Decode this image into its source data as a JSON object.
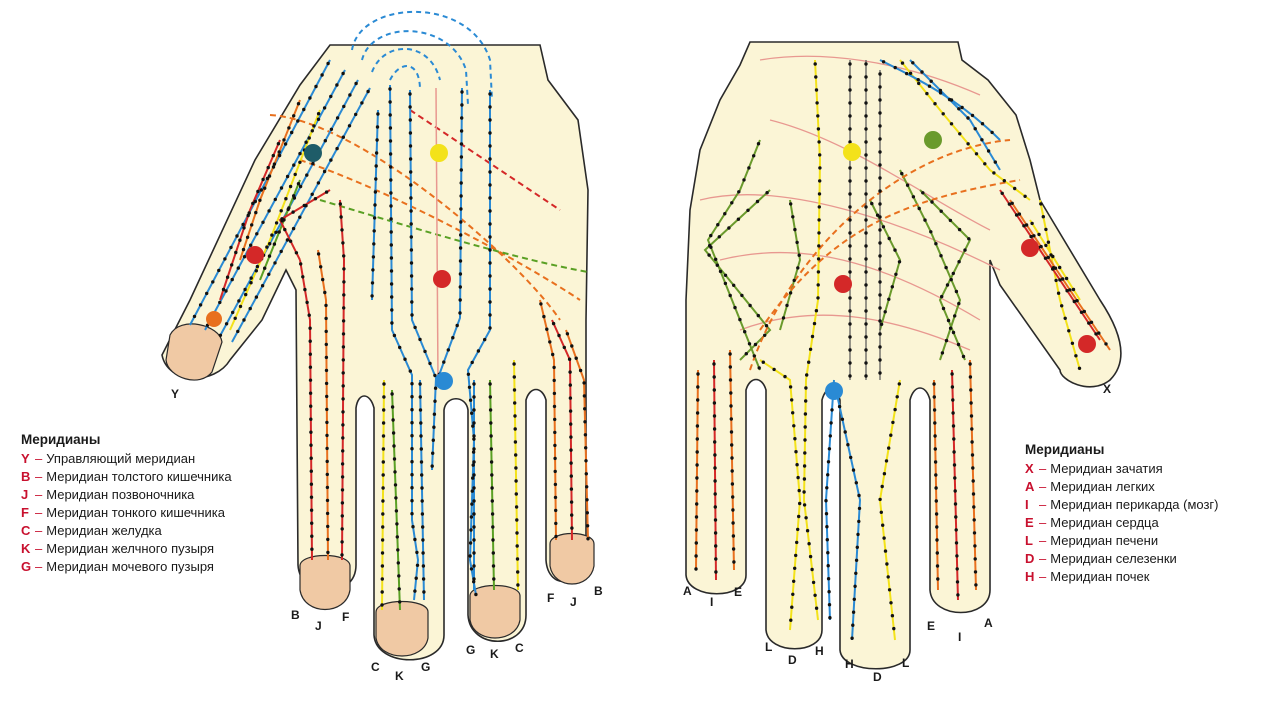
{
  "left_panel": {
    "hand_label": "Y",
    "finger_labels": [
      {
        "id": "lf1",
        "letters": [
          "B",
          "J",
          "F"
        ]
      },
      {
        "id": "lf2",
        "letters": [
          "C",
          "K",
          "G"
        ]
      },
      {
        "id": "lf3",
        "letters": [
          "G",
          "K",
          "C"
        ]
      },
      {
        "id": "lf4",
        "letters": [
          "F",
          "J",
          "B"
        ]
      }
    ],
    "legend": {
      "title": "Меридианы",
      "items": [
        {
          "code": "Y",
          "label": "Управляющий меридиан"
        },
        {
          "code": "B",
          "label": "Меридиан толстого кишечника"
        },
        {
          "code": "J",
          "label": "Меридиан позвоночника"
        },
        {
          "code": "F",
          "label": "Меридиан тонкого кишечника"
        },
        {
          "code": "C",
          "label": "Меридиан желудка"
        },
        {
          "code": "K",
          "label": "Меридиан желчного пузыря"
        },
        {
          "code": "G",
          "label": "Меридиан мочевого пузыря"
        }
      ]
    }
  },
  "right_panel": {
    "hand_label": "X",
    "finger_labels": [
      {
        "id": "rf1",
        "letters": [
          "A",
          "I",
          "E"
        ]
      },
      {
        "id": "rf2",
        "letters": [
          "L",
          "D",
          "H"
        ]
      },
      {
        "id": "rf3",
        "letters": [
          "H",
          "D",
          "L"
        ]
      },
      {
        "id": "rf4",
        "letters": [
          "E",
          "I",
          "A"
        ]
      }
    ],
    "legend": {
      "title": "Меридианы",
      "items": [
        {
          "code": "X",
          "label": "Меридиан зачатия"
        },
        {
          "code": "A",
          "label": "Меридиан легких"
        },
        {
          "code": "I",
          "label": "Меридиан перикарда (мозг)"
        },
        {
          "code": "E",
          "label": "Меридиан сердца"
        },
        {
          "code": "L",
          "label": "Меридиан печени"
        },
        {
          "code": "D",
          "label": "Меридиан селезенки"
        },
        {
          "code": "H",
          "label": "Меридиан почек"
        }
      ]
    }
  },
  "colors": {
    "skin": "#fbf5d6",
    "outline": "#2a2a2a",
    "nail": "#f0c9a4",
    "blue": "#2a8ad4",
    "yellow": "#f3e21a",
    "orange": "#e8701e",
    "red": "#d42828",
    "green": "#5aa024",
    "pink": "#e89890",
    "dark_teal": "#1e5c68",
    "olive": "#6a9a2c",
    "label_red": "#c8102e"
  }
}
